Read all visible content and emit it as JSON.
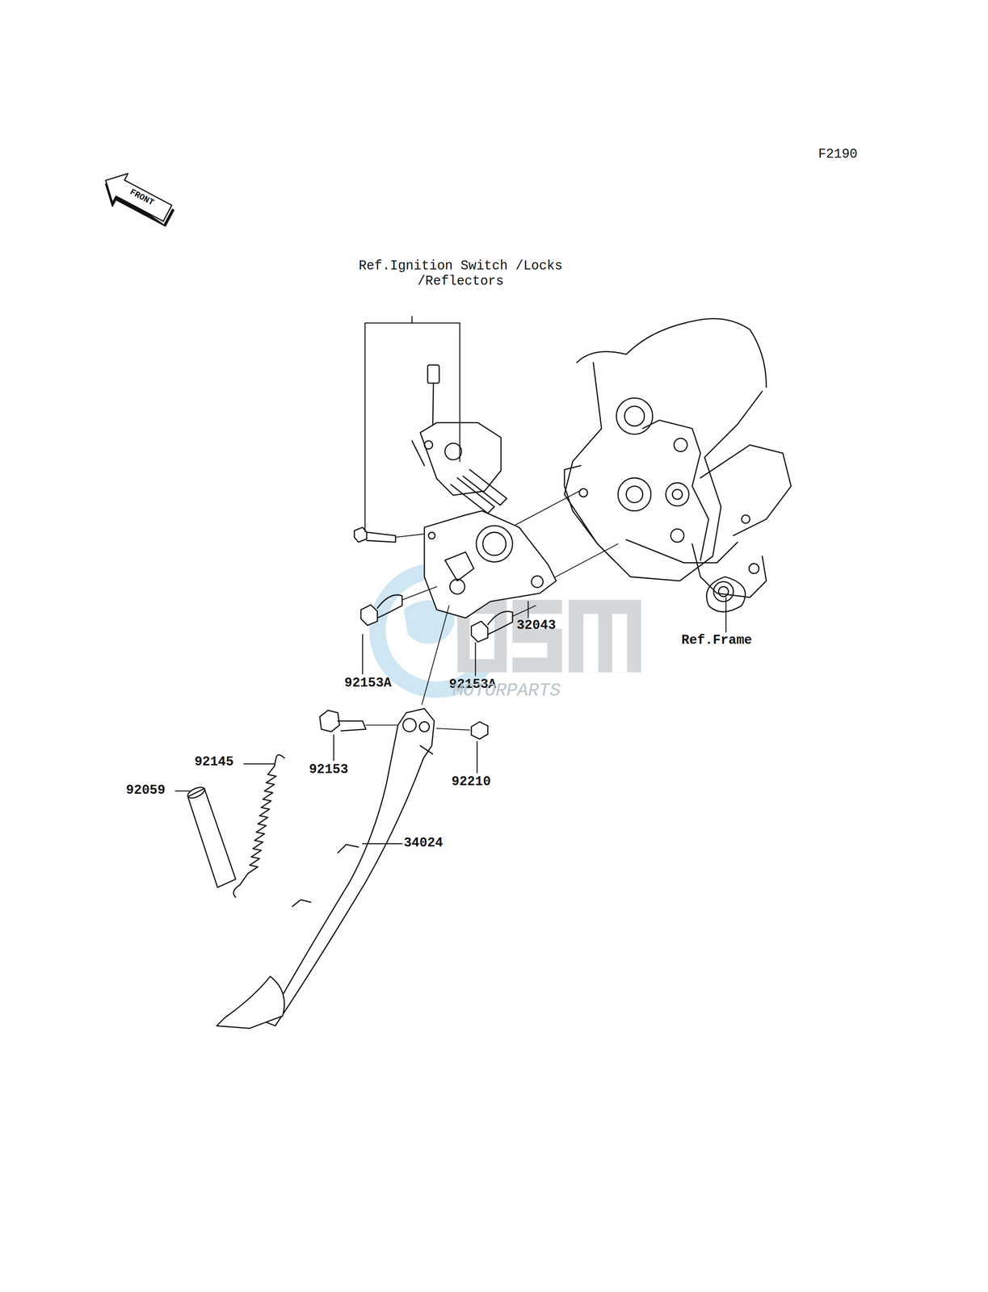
{
  "diagram": {
    "labels": [
      "F2190",
      "FRONT",
      "Ref.Ignition Switch /Locks /Reflectors",
      "32043",
      "Ref.Frame",
      "92153A",
      "92153A",
      "92153",
      "92210",
      "92145",
      "92059",
      "34024",
      "MOTORPARTS"
    ]
  }
}
